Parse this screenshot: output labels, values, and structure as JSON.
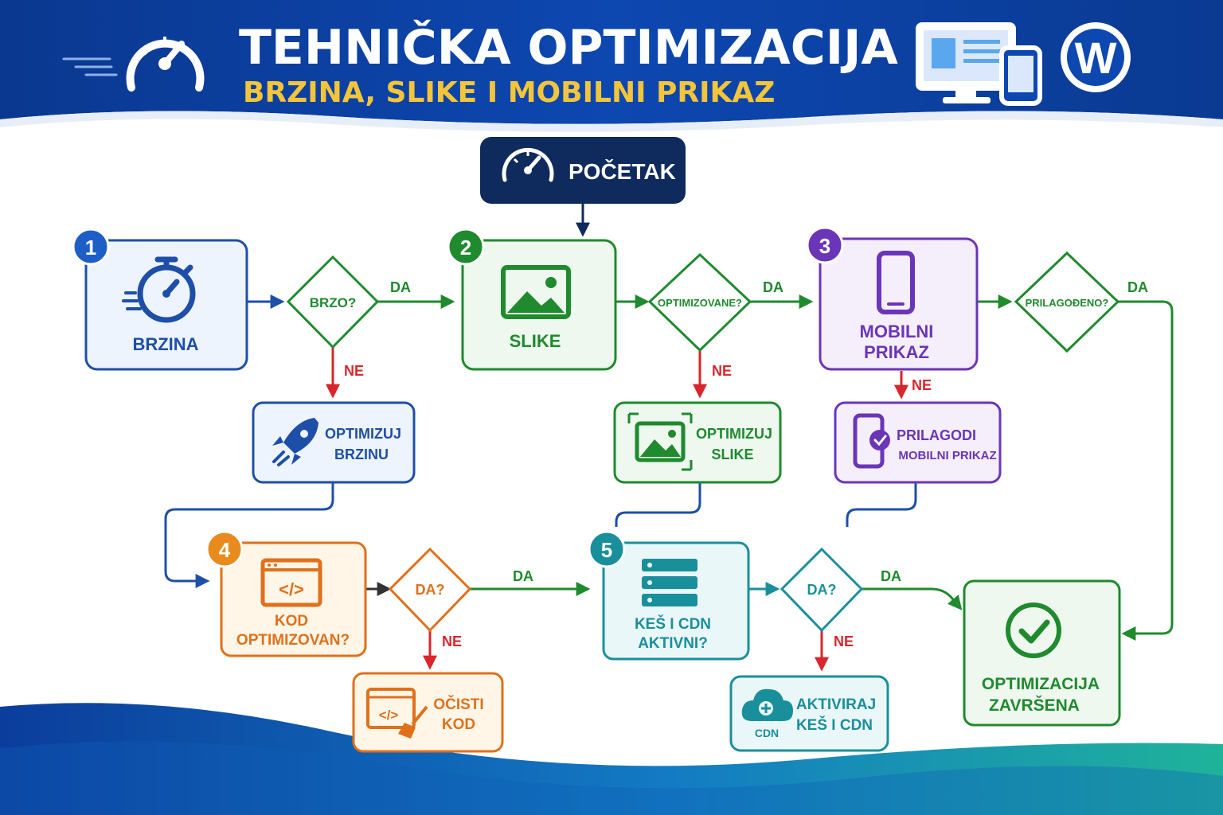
{
  "header": {
    "title": "TEHNIČKA OPTIMIZACIJA",
    "subtitle": "BRZINA, SLIKE I MOBILNI PRIKAZ"
  },
  "start": {
    "label": "POČETAK"
  },
  "steps": [
    {
      "number": "1",
      "line1": "BRZINA",
      "line2": ""
    },
    {
      "number": "2",
      "line1": "SLIKE",
      "line2": ""
    },
    {
      "number": "3",
      "line1": "MOBILNI",
      "line2": "PRIKAZ"
    },
    {
      "number": "4",
      "line1": "KOD",
      "line2": "OPTIMIZOVAN?"
    },
    {
      "number": "5",
      "line1": "KEŠ I CDN",
      "line2": "AKTIVNI?"
    }
  ],
  "decisions": [
    "BRZO?",
    "OPTIMIZOVANE?",
    "PRILAGOĐENO?",
    "DA?",
    "DA?"
  ],
  "actions": [
    {
      "line1": "OPTIMIZUJ",
      "line2": "BRZINU"
    },
    {
      "line1": "OPTIMIZUJ",
      "line2": "SLIKE"
    },
    {
      "line1": "PRILAGODI",
      "line2": "MOBILNI PRIKAZ"
    },
    {
      "line1": "OČISTI",
      "line2": "KOD"
    },
    {
      "line1": "AKTIVIRAJ",
      "line2": "KEŠ I CDN",
      "badge": "CDN"
    }
  ],
  "edge_labels": {
    "yes": "DA",
    "no": "NE"
  },
  "final": {
    "line1": "OPTIMIZACIJA",
    "line2": "ZAVRŠENA"
  },
  "colors": {
    "header": "#0d3f9a",
    "navy": "#0f2a5c",
    "blue": "#1e4fa8",
    "green": "#1f8a2e",
    "purple": "#6b35b8",
    "orange": "#e0701a",
    "teal": "#1a8f9c",
    "red": "#d8262c",
    "subtitle": "#f3c53a"
  }
}
